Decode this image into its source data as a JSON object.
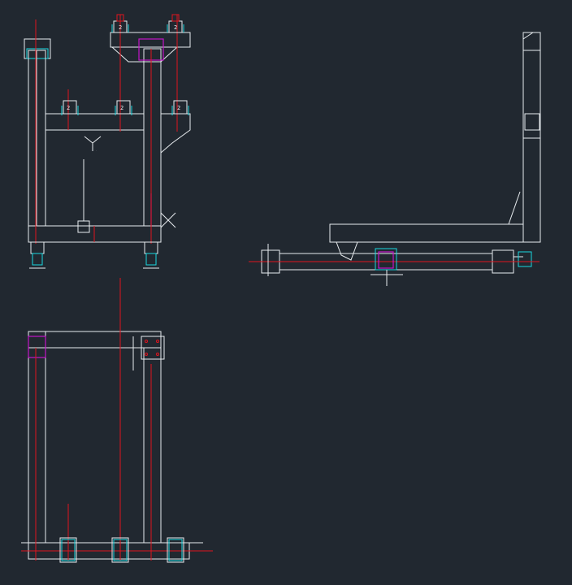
{
  "canvas": {
    "background": "#212830",
    "colors": {
      "outline": "#e8ecef",
      "centerline": "#e0141e",
      "detail": "#19d8e0",
      "highlight": "#c414c8"
    }
  },
  "views": [
    {
      "id": "front-view"
    },
    {
      "id": "side-view"
    },
    {
      "id": "plan-view"
    }
  ],
  "annotations": {
    "weld_symbol": "Y"
  }
}
